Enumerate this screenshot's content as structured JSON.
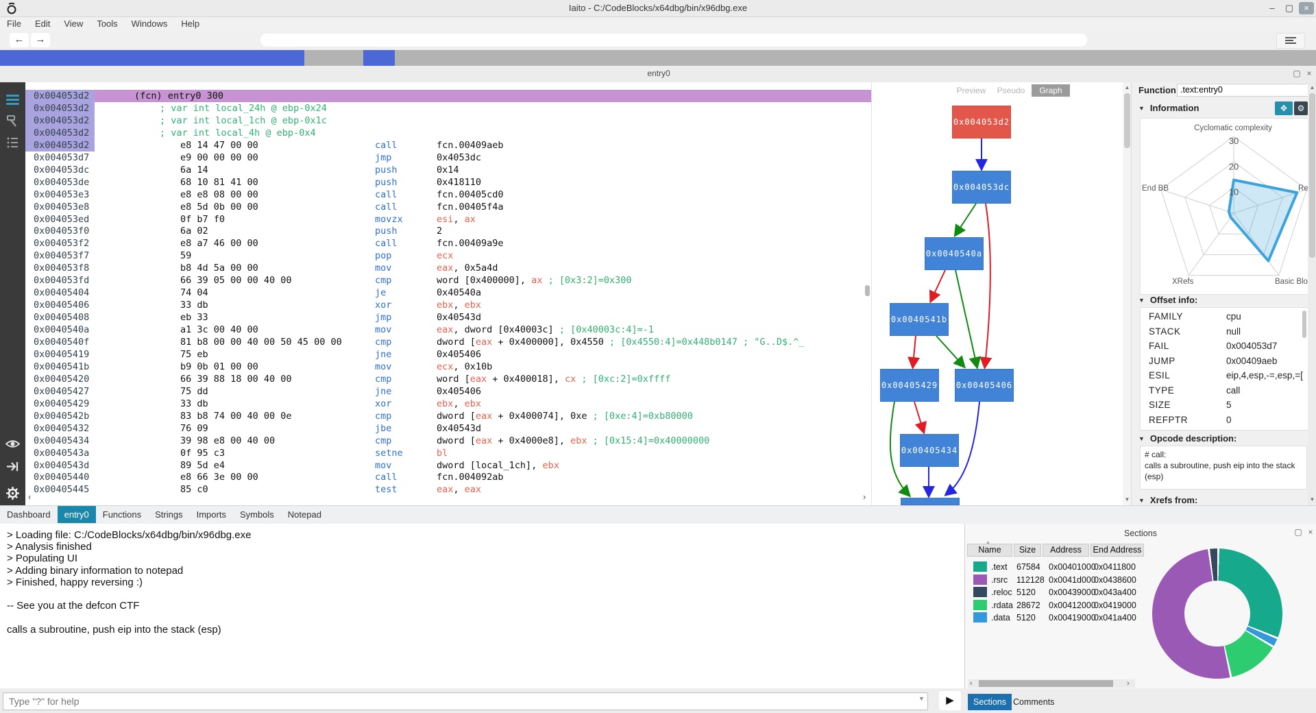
{
  "window": {
    "title": "Iaito - C:/CodeBlocks/x64dbg/bin/x96dbg.exe",
    "controls": {
      "minimize": "–",
      "maximize": "▢",
      "close": "×"
    }
  },
  "menu": [
    "File",
    "Edit",
    "View",
    "Tools",
    "Windows",
    "Help"
  ],
  "progress": {
    "segments": [
      {
        "color": "#4b68d6",
        "width": 23.1
      },
      {
        "color": "#b3b3b3",
        "width": 4.5
      },
      {
        "color": "#4b68d6",
        "width": 2.4
      },
      {
        "color": "#b3b3b3",
        "width": 70.0
      }
    ]
  },
  "dock_title": "entry0",
  "disasm": {
    "rows": [
      {
        "addr": "0x004053d2",
        "hl": true,
        "fcn": "(fcn) entry0 300"
      },
      {
        "addr": "0x004053d2",
        "hl": true,
        "comment": "; var int local_24h @ ebp-0x24"
      },
      {
        "addr": "0x004053d2",
        "hl": true,
        "comment": "; var int local_1ch @ ebp-0x1c"
      },
      {
        "addr": "0x004053d2",
        "hl": true,
        "comment": "; var int local_4h @ ebp-0x4"
      },
      {
        "addr": "0x004053d2",
        "hl": true,
        "bytes": "e8 14 47 00 00",
        "mn": "call",
        "ops": [
          [
            "fcn.00409aeb",
            "k"
          ]
        ]
      },
      {
        "addr": "0x004053d7",
        "bytes": "e9 00 00 00 00",
        "mn": "jmp",
        "ops": [
          [
            "0x4053dc",
            "k"
          ]
        ]
      },
      {
        "addr": "0x004053dc",
        "bytes": "6a 14",
        "mn": "push",
        "ops": [
          [
            "0x14",
            "k"
          ]
        ]
      },
      {
        "addr": "0x004053de",
        "bytes": "68 10 81 41 00",
        "mn": "push",
        "ops": [
          [
            "0x418110",
            "k"
          ]
        ]
      },
      {
        "addr": "0x004053e3",
        "bytes": "e8 e8 08 00 00",
        "mn": "call",
        "ops": [
          [
            "fcn.00405cd0",
            "k"
          ]
        ]
      },
      {
        "addr": "0x004053e8",
        "bytes": "e8 5d 0b 00 00",
        "mn": "call",
        "ops": [
          [
            "fcn.00405f4a",
            "k"
          ]
        ]
      },
      {
        "addr": "0x004053ed",
        "bytes": "0f b7 f0",
        "mn": "movzx",
        "ops": [
          [
            "esi",
            "r"
          ],
          [
            ", ",
            "k"
          ],
          [
            "ax",
            "r"
          ]
        ]
      },
      {
        "addr": "0x004053f0",
        "bytes": "6a 02",
        "mn": "push",
        "ops": [
          [
            "2",
            "k"
          ]
        ]
      },
      {
        "addr": "0x004053f2",
        "bytes": "e8 a7 46 00 00",
        "mn": "call",
        "ops": [
          [
            "fcn.00409a9e",
            "k"
          ]
        ]
      },
      {
        "addr": "0x004053f7",
        "bytes": "59",
        "mn": "pop",
        "ops": [
          [
            "ecx",
            "r"
          ]
        ]
      },
      {
        "addr": "0x004053f8",
        "bytes": "b8 4d 5a 00 00",
        "mn": "mov",
        "ops": [
          [
            "eax",
            "r"
          ],
          [
            ", 0x5a4d",
            "k"
          ]
        ]
      },
      {
        "addr": "0x004053fd",
        "bytes": "66 39 05 00 00 40 00",
        "mn": "cmp",
        "ops": [
          [
            "word [0x400000], ",
            "k"
          ],
          [
            "ax",
            "r"
          ],
          [
            " ",
            "k"
          ],
          [
            "; [0x3:2]=0x300",
            "g"
          ]
        ]
      },
      {
        "addr": "0x00405404",
        "bytes": "74 04",
        "mn": "je",
        "ops": [
          [
            "0x40540a",
            "k"
          ]
        ]
      },
      {
        "addr": "0x00405406",
        "bytes": "33 db",
        "mn": "xor",
        "ops": [
          [
            "ebx",
            "r"
          ],
          [
            ", ",
            "k"
          ],
          [
            "ebx",
            "r"
          ]
        ]
      },
      {
        "addr": "0x00405408",
        "bytes": "eb 33",
        "mn": "jmp",
        "ops": [
          [
            "0x40543d",
            "k"
          ]
        ]
      },
      {
        "addr": "0x0040540a",
        "bytes": "a1 3c 00 40 00",
        "mn": "mov",
        "ops": [
          [
            "eax",
            "r"
          ],
          [
            ", dword [0x40003c] ",
            "k"
          ],
          [
            "; [0x40003c:4]=-1",
            "g"
          ]
        ]
      },
      {
        "addr": "0x0040540f",
        "bytes": "81 b8 00 00 40 00 50 45 00 00",
        "mn": "cmp",
        "ops": [
          [
            "dword [",
            "k"
          ],
          [
            "eax",
            "r"
          ],
          [
            " + 0x400000], 0x4550 ",
            "k"
          ],
          [
            "; [0x4550:4]=0x448b0147 ; \"G..D$.^_",
            "g"
          ]
        ]
      },
      {
        "addr": "0x00405419",
        "bytes": "75 eb",
        "mn": "jne",
        "ops": [
          [
            "0x405406",
            "k"
          ]
        ]
      },
      {
        "addr": "0x0040541b",
        "bytes": "b9 0b 01 00 00",
        "mn": "mov",
        "ops": [
          [
            "ecx",
            "r"
          ],
          [
            ", 0x10b",
            "k"
          ]
        ]
      },
      {
        "addr": "0x00405420",
        "bytes": "66 39 88 18 00 40 00",
        "mn": "cmp",
        "ops": [
          [
            "word [",
            "k"
          ],
          [
            "eax",
            "r"
          ],
          [
            " + 0x400018], ",
            "k"
          ],
          [
            "cx",
            "r"
          ],
          [
            " ",
            "k"
          ],
          [
            "; [0xc:2]=0xffff",
            "g"
          ]
        ]
      },
      {
        "addr": "0x00405427",
        "bytes": "75 dd",
        "mn": "jne",
        "ops": [
          [
            "0x405406",
            "k"
          ]
        ]
      },
      {
        "addr": "0x00405429",
        "bytes": "33 db",
        "mn": "xor",
        "ops": [
          [
            "ebx",
            "r"
          ],
          [
            ", ",
            "k"
          ],
          [
            "ebx",
            "r"
          ]
        ]
      },
      {
        "addr": "0x0040542b",
        "bytes": "83 b8 74 00 40 00 0e",
        "mn": "cmp",
        "ops": [
          [
            "dword [",
            "k"
          ],
          [
            "eax",
            "r"
          ],
          [
            " + 0x400074], 0xe ",
            "k"
          ],
          [
            "; [0xe:4]=0xb80000",
            "g"
          ]
        ]
      },
      {
        "addr": "0x00405432",
        "bytes": "76 09",
        "mn": "jbe",
        "ops": [
          [
            "0x40543d",
            "k"
          ]
        ]
      },
      {
        "addr": "0x00405434",
        "bytes": "39 98 e8 00 40 00",
        "mn": "cmp",
        "ops": [
          [
            "dword [",
            "k"
          ],
          [
            "eax",
            "r"
          ],
          [
            " + 0x4000e8], ",
            "k"
          ],
          [
            "ebx",
            "r"
          ],
          [
            " ",
            "k"
          ],
          [
            "; [0x15:4]=0x40000000",
            "g"
          ]
        ]
      },
      {
        "addr": "0x0040543a",
        "bytes": "0f 95 c3",
        "mn": "setne",
        "ops": [
          [
            "bl",
            "r"
          ]
        ]
      },
      {
        "addr": "0x0040543d",
        "bytes": "89 5d e4",
        "mn": "mov",
        "ops": [
          [
            "dword [local_1ch], ",
            "k"
          ],
          [
            "ebx",
            "r"
          ]
        ]
      },
      {
        "addr": "0x00405440",
        "bytes": "e8 66 3e 00 00",
        "mn": "call",
        "ops": [
          [
            "fcn.004092ab",
            "k"
          ]
        ]
      },
      {
        "addr": "0x00405445",
        "bytes": "85 c0",
        "mn": "test",
        "ops": [
          [
            "eax",
            "r"
          ],
          [
            ", ",
            "k"
          ],
          [
            "eax",
            "r"
          ]
        ]
      }
    ]
  },
  "graph": {
    "tabs": [
      {
        "label": "Preview",
        "active": false
      },
      {
        "label": "Pseudo",
        "active": false
      },
      {
        "label": "Graph",
        "active": true
      }
    ],
    "nodes": [
      {
        "label": "0x004053d2",
        "selected": true
      },
      {
        "label": "0x004053dc",
        "selected": false
      },
      {
        "label": "0x0040540a",
        "selected": false
      },
      {
        "label": "0x0040541b",
        "selected": false
      },
      {
        "label": "0x00405429",
        "selected": false
      },
      {
        "label": "0x00405406",
        "selected": false
      },
      {
        "label": "0x00405434",
        "selected": false
      },
      {
        "label": "",
        "selected": false
      }
    ],
    "edge_colors": {
      "seq": "#2626e0",
      "true": "#118a11",
      "false": "#e01b24"
    }
  },
  "right_panel": {
    "function_label": "Function:",
    "function_value": ".text:entry0",
    "information_title": "Information",
    "offset_info_title": "Offset info:",
    "offset_info": [
      [
        "FAMILY",
        "cpu"
      ],
      [
        "STACK",
        "null"
      ],
      [
        "FAIL",
        "0x004053d7"
      ],
      [
        "JUMP",
        "0x00409aeb"
      ],
      [
        "ESIL",
        "eip,4,esp,-=,esp,=["
      ],
      [
        "TYPE",
        "call"
      ],
      [
        "SIZE",
        "5"
      ],
      [
        "REFPTR",
        "0"
      ]
    ],
    "opcode_title": "Opcode description:",
    "opcode_lines": [
      "# call:",
      "calls a subroutine, push eip into the stack (esp)"
    ],
    "xrefs_title": "Xrefs from:"
  },
  "bottom_tabs": [
    {
      "label": "Dashboard",
      "active": false
    },
    {
      "label": "entry0",
      "active": true
    },
    {
      "label": "Functions",
      "active": false
    },
    {
      "label": "Strings",
      "active": false
    },
    {
      "label": "Imports",
      "active": false
    },
    {
      "label": "Symbols",
      "active": false
    },
    {
      "label": "Notepad",
      "active": false
    }
  ],
  "console": {
    "lines": [
      "> Loading file: C:/CodeBlocks/x64dbg/bin/x96dbg.exe",
      "> Analysis finished",
      "> Populating UI",
      "> Adding binary information to notepad",
      "> Finished, happy reversing :)",
      "",
      "-- See you at the defcon CTF",
      "",
      "calls a subroutine, push eip into the stack (esp)"
    ]
  },
  "command_input": {
    "placeholder": "Type \"?\" for help"
  },
  "sections_panel": {
    "title": "Sections",
    "columns": [
      "Name",
      "Size",
      "Address",
      "End Address"
    ],
    "rows": [
      {
        "name": ".text",
        "size": "67584",
        "address": "0x00401000",
        "end": "0x0411800",
        "color": "#16a98c"
      },
      {
        "name": ".rsrc",
        "size": "112128",
        "address": "0x0041d000",
        "end": "0x0438600",
        "color": "#9b59b6"
      },
      {
        "name": ".reloc",
        "size": "5120",
        "address": "0x00439000",
        "end": "0x043a400",
        "color": "#34495e"
      },
      {
        "name": ".rdata",
        "size": "28672",
        "address": "0x00412000",
        "end": "0x0419000",
        "color": "#2ecc71"
      },
      {
        "name": ".data",
        "size": "5120",
        "address": "0x00419000",
        "end": "0x041a400",
        "color": "#3498db"
      }
    ],
    "tabs": [
      {
        "label": "Sections",
        "active": true
      },
      {
        "label": "Comments",
        "active": false
      }
    ]
  },
  "chart_data": [
    {
      "type": "radar",
      "title": "",
      "axes": [
        "Cyclomatic complexity",
        "Refs",
        "Basic Blocks",
        "XRefs",
        "End BB"
      ],
      "values": [
        13,
        26,
        23,
        2,
        2
      ],
      "rings": [
        10,
        20,
        30
      ],
      "max": 30,
      "stroke": "#3ca3dc"
    },
    {
      "type": "pie",
      "donut": true,
      "categories": [
        ".text",
        ".data",
        ".rdata",
        ".rsrc",
        ".reloc"
      ],
      "values": [
        67584,
        5120,
        28672,
        112128,
        5120
      ],
      "colors": [
        "#16a98c",
        "#3498db",
        "#2ecc71",
        "#9b59b6",
        "#34495e"
      ]
    }
  ]
}
